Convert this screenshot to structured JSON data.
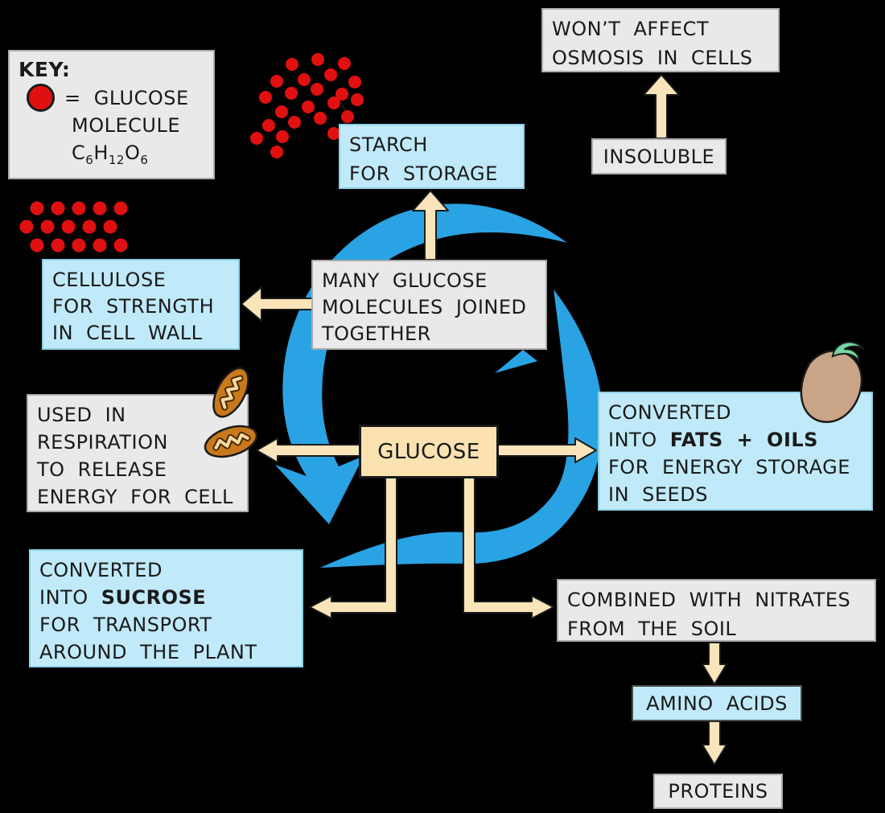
{
  "palette": {
    "background": "#000000",
    "box_gray": "#e9e9e9",
    "box_blue": "#c0eaf9",
    "box_tan": "#fbe2b0",
    "arrow_tan": "#fae5bb",
    "cycle_blue": "#29a3e3",
    "glucose_red": "#e01010",
    "mitochondrion_brown": "#c8791b",
    "seed_tan": "#c9a486",
    "sprout_green": "#74d6a0",
    "text": "#1a1a1a"
  },
  "key": {
    "title": "KEY:",
    "symbol": "red-dot",
    "label_line1": "= GLUCOSE",
    "label_line2": "MOLECULE",
    "formula": {
      "p1": "C",
      "s1": "6",
      "p2": "H",
      "s2": "12",
      "p3": "O",
      "s3": "6"
    }
  },
  "boxes": {
    "starch": {
      "line1": "STARCH",
      "line2": "FOR STORAGE"
    },
    "osmosis": {
      "line1": "WON’T AFFECT",
      "line2": "OSMOSIS IN CELLS"
    },
    "insoluble": {
      "label": "INSOLUBLE"
    },
    "cellulose": {
      "line1": "CELLULOSE",
      "line2": "FOR STRENGTH",
      "line3": "IN CELL WALL"
    },
    "polymer": {
      "line1": "MANY GLUCOSE",
      "line2": "MOLECULES JOINED",
      "line3": "TOGETHER"
    },
    "glucose": {
      "label": "GLUCOSE"
    },
    "respiration": {
      "line1": "USED IN",
      "line2": "RESPIRATION",
      "line3": "TO RELEASE",
      "line4": "ENERGY FOR CELL"
    },
    "fats": {
      "line1": "CONVERTED",
      "line2_pre": "INTO ",
      "line2_bold": "FATS + OILS",
      "line3": "FOR ENERGY STORAGE",
      "line4": "IN SEEDS"
    },
    "sucrose": {
      "line1": "CONVERTED",
      "line2_pre": "INTO ",
      "line2_bold": "SUCROSE",
      "line3": "FOR TRANSPORT",
      "line4": "AROUND THE PLANT"
    },
    "nitrates": {
      "line1": "COMBINED WITH NITRATES",
      "line2": "FROM THE SOIL"
    },
    "amino": {
      "label": "AMINO ACIDS"
    },
    "proteins": {
      "label": "PROTEINS"
    }
  },
  "icons": {
    "cycle": "blue-circular-arrow",
    "starch_cluster": "scattered-red-glucose-dots",
    "cellulose_rows": "rows-of-red-glucose-dots",
    "mitochondria": "two-mitochondria",
    "seed": "seed-with-green-sprout"
  }
}
